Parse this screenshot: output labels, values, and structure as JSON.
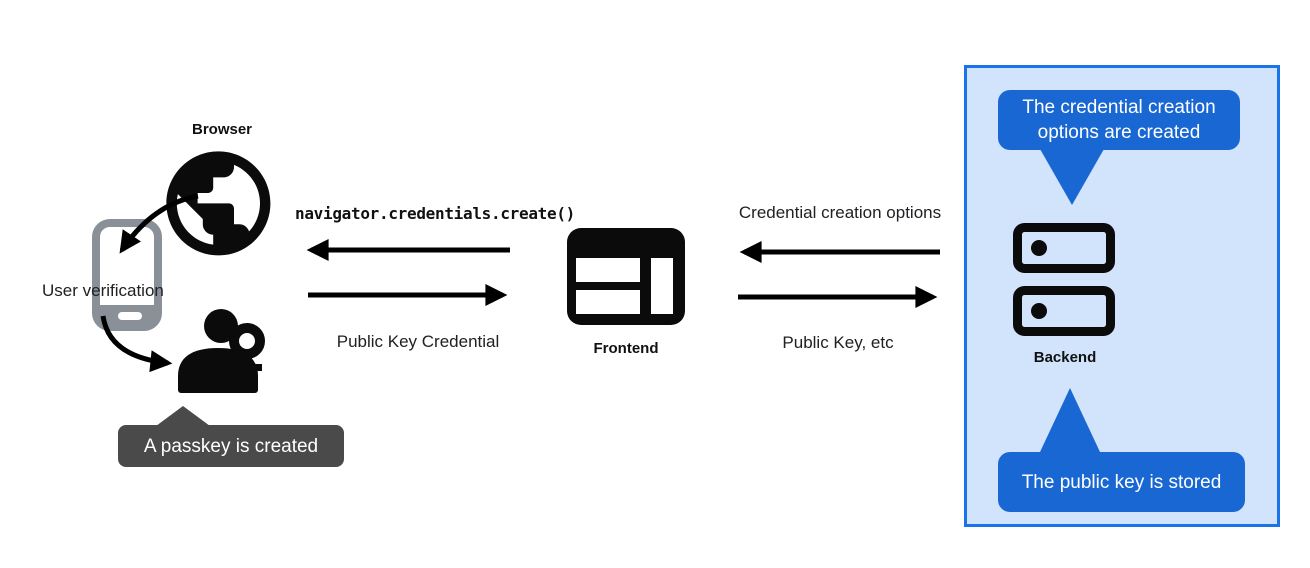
{
  "diagram": {
    "nodes": {
      "browser": "Browser",
      "user_verification": "User verification",
      "frontend": "Frontend",
      "backend": "Backend"
    },
    "flows": {
      "create_call": "navigator.credentials.create()",
      "public_key_credential": "Public Key Credential",
      "credential_creation_options": "Credential creation options",
      "public_key_etc": "Public Key, etc"
    },
    "callouts": {
      "passkey_created": "A passkey is created",
      "options_created": "The credential creation options are created",
      "public_key_stored": "The public key is stored"
    },
    "icons": {
      "browser": "globe-icon",
      "user_verification": "smartphone-icon",
      "passkey": "person-key-icon",
      "frontend": "browser-window-icon",
      "backend": "server-stack-icon"
    },
    "colors": {
      "callout_blue": "#1967d2",
      "panel_fill": "#d2e3fc",
      "panel_border": "#1a73e8",
      "callout_dark": "#4a4a4a",
      "icon_black": "#000000",
      "phone_gray": "#8a9097",
      "text": "#202124"
    }
  }
}
